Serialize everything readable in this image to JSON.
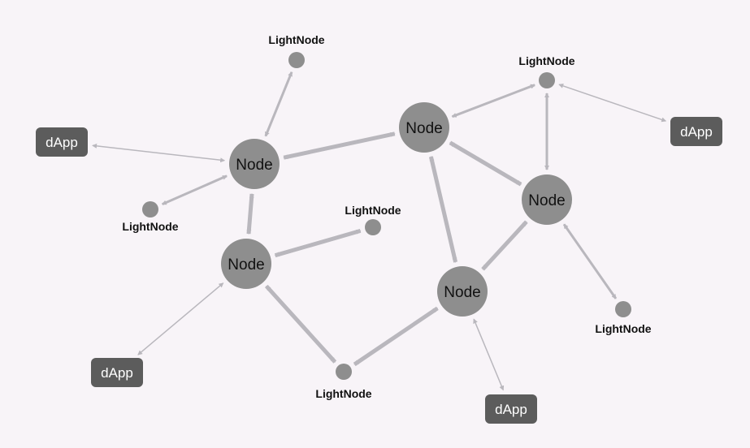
{
  "diagram": {
    "labels": {
      "node": "Node",
      "light_node": "LightNode",
      "dapp": "dApp"
    },
    "colors": {
      "background": "#f8f4f8",
      "node_fill": "#8e8e8e",
      "light_node_fill": "#8e8e8e",
      "dapp_fill": "#5c5c5c",
      "edge": "#b9b7bd"
    },
    "nodes": [
      {
        "id": "n1",
        "kind": "node",
        "label": "Node"
      },
      {
        "id": "n2",
        "kind": "node",
        "label": "Node"
      },
      {
        "id": "n3",
        "kind": "node",
        "label": "Node"
      },
      {
        "id": "n4",
        "kind": "node",
        "label": "Node"
      },
      {
        "id": "n5",
        "kind": "node",
        "label": "Node"
      },
      {
        "id": "l1",
        "kind": "light",
        "label": "LightNode"
      },
      {
        "id": "l2",
        "kind": "light",
        "label": "LightNode"
      },
      {
        "id": "l3",
        "kind": "light",
        "label": "LightNode"
      },
      {
        "id": "l4",
        "kind": "light",
        "label": "LightNode"
      },
      {
        "id": "l5",
        "kind": "light",
        "label": "LightNode"
      },
      {
        "id": "l6",
        "kind": "light",
        "label": "LightNode"
      },
      {
        "id": "d1",
        "kind": "dapp",
        "label": "dApp"
      },
      {
        "id": "d2",
        "kind": "dapp",
        "label": "dApp"
      },
      {
        "id": "d3",
        "kind": "dapp",
        "label": "dApp"
      },
      {
        "id": "d4",
        "kind": "dapp",
        "label": "dApp"
      }
    ],
    "edges": [
      {
        "from": "n1",
        "to": "n3",
        "weight": "thick"
      },
      {
        "from": "n1",
        "to": "n2",
        "weight": "thick"
      },
      {
        "from": "n3",
        "to": "n5",
        "weight": "thick"
      },
      {
        "from": "n3",
        "to": "n4",
        "weight": "thick"
      },
      {
        "from": "n3",
        "to": "l3",
        "weight": "medium"
      },
      {
        "from": "n4",
        "to": "l3",
        "weight": "medium"
      },
      {
        "from": "n4",
        "to": "n5",
        "weight": "thick"
      },
      {
        "from": "n2",
        "to": "l5",
        "weight": "thick"
      },
      {
        "from": "n5",
        "to": "l5",
        "weight": "thick"
      },
      {
        "from": "n2",
        "to": "l4",
        "weight": "thick"
      },
      {
        "from": "n1",
        "to": "l1",
        "weight": "medium"
      },
      {
        "from": "n1",
        "to": "l2",
        "weight": "medium"
      },
      {
        "from": "n4",
        "to": "l6",
        "weight": "medium"
      },
      {
        "from": "n1",
        "to": "d1",
        "weight": "thin"
      },
      {
        "from": "l3",
        "to": "d2",
        "weight": "thin"
      },
      {
        "from": "n2",
        "to": "d3",
        "weight": "thin"
      },
      {
        "from": "n5",
        "to": "d4",
        "weight": "thin"
      }
    ]
  }
}
